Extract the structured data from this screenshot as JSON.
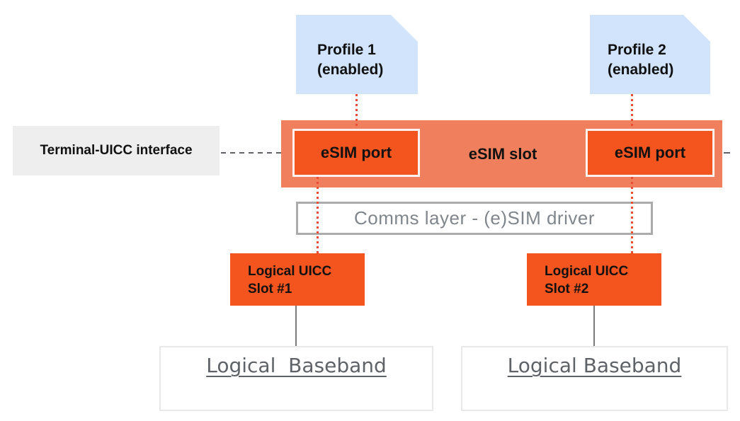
{
  "diagram_title": "eSIM slot architecture diagram",
  "colors": {
    "profile_bg": "#d2e3fc",
    "slot_bar_bg": "#f0805d",
    "orange_box_bg": "#f4551e",
    "terminal_bg": "#eeeeee",
    "red_dotted_line": "#ea4b31",
    "dash_gray": "#5f6368",
    "connector_gray": "#7a7a7a",
    "comms_border": "#ababab",
    "comms_text": "#80868b",
    "baseband_text": "#5f6368",
    "label_text": "#111111"
  },
  "profile1": {
    "line1": "Profile 1",
    "line2": "(enabled)"
  },
  "profile2": {
    "line1": "Profile 2",
    "line2": "(enabled)"
  },
  "terminal_interface": {
    "label": "Terminal-UICC interface"
  },
  "esim_slot": {
    "label": "eSIM slot",
    "port1_label": "eSIM port",
    "port2_label": "eSIM port"
  },
  "comms_layer": {
    "label": "Comms layer - (e)SIM driver"
  },
  "uicc_slot1": {
    "line1": "Logical UICC",
    "line2": "Slot #1"
  },
  "uicc_slot2": {
    "line1": "Logical UICC",
    "line2": "Slot #2"
  },
  "baseband1": {
    "label": "Logical  Baseband"
  },
  "baseband2": {
    "label": "Logical Baseband"
  }
}
